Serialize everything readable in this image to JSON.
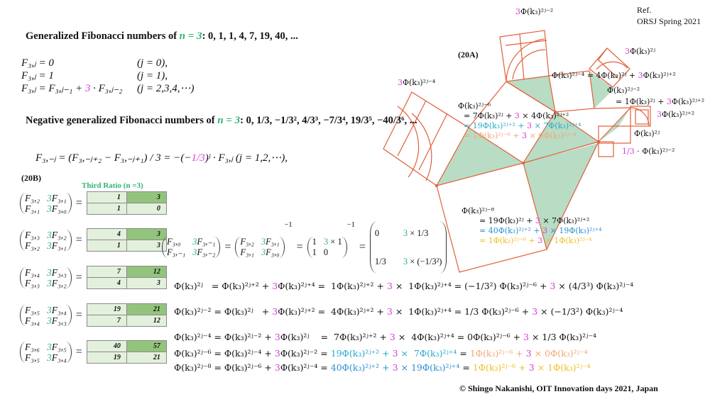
{
  "ref": {
    "line1": "Ref.",
    "line2": "ORSJ Spring  2021"
  },
  "title1": {
    "text": "Generalized Fibonacci numbers of ",
    "n": "n = 3",
    "seq": ":   0, 1, 1, 4, 7, 19, 40, ..."
  },
  "defs": [
    {
      "lhs": "F₃,ⱼ = 0",
      "cond": "(j = 0),"
    },
    {
      "lhs": "F₃,ⱼ = 1",
      "cond": "(j = 1),"
    },
    {
      "lhs_a": "F₃,ⱼ = F₃,ⱼ₋₁ + ",
      "three": "3",
      "lhs_b": " · F₃,ⱼ₋₂",
      "cond": "(j = 2,3,4,⋯)"
    }
  ],
  "title2": {
    "text": "Negative generalized Fibonacci numbers of ",
    "n": "n = 3",
    "seq": ":   0, 1/3, −1/3², 4/3³, −7/3⁴, 19/3⁵, −40/3⁶, ..."
  },
  "neg_formula": {
    "a": "F₃,₋ⱼ = (F₃,₋ⱼ₊₂ − F₃,₋ⱼ₊₁) / 3 = −(−",
    "frac": "1/3",
    "b": ")ʲ · F₃,ⱼ   (j = 1,2,⋯),"
  },
  "label_20B": "(20B)",
  "label_20A": "(20A)",
  "third_ratio": "Third Ratio (n =3)",
  "matrices": [
    {
      "a": "F₃,₂",
      "b": "F₃,₁",
      "c": "F₃,₁",
      "d": "F₃,₀",
      "t": [
        [
          "1",
          "3"
        ],
        [
          "1",
          "0"
        ]
      ]
    },
    {
      "a": "F₃,₃",
      "b": "F₃,₂",
      "c": "F₃,₂",
      "d": "F₃,₁",
      "t": [
        [
          "4",
          "3"
        ],
        [
          "1",
          "3"
        ]
      ]
    },
    {
      "a": "F₃,₄",
      "b": "F₃,₃",
      "c": "F₃,₃",
      "d": "F₃,₂",
      "t": [
        [
          "7",
          "12"
        ],
        [
          "4",
          "3"
        ]
      ]
    },
    {
      "a": "F₃,₅",
      "b": "F₃,₄",
      "c": "F₃,₄",
      "d": "F₃,₃",
      "t": [
        [
          "19",
          "21"
        ],
        [
          "7",
          "12"
        ]
      ]
    },
    {
      "a": "F₃,₆",
      "b": "F₃,₅",
      "c": "F₃,₅",
      "d": "F₃,₄",
      "t": [
        [
          "40",
          "57"
        ],
        [
          "19",
          "21"
        ]
      ]
    }
  ],
  "inverse": {
    "m1": [
      "F₃,₀",
      "3",
      "F₃,₋₁",
      "F₃,₋₁",
      "3",
      "F₃,₋₂"
    ],
    "m2": [
      "F₃,₂",
      "3",
      "F₃,₁",
      "F₃,₁",
      "3",
      "F₃,₀"
    ],
    "m3": [
      "1",
      "3",
      "× 1",
      "1",
      "",
      "0"
    ],
    "m4": [
      "0",
      "3",
      "× 1/3",
      "1/3",
      "3",
      "× (−1/3²)"
    ],
    "exp": "−1",
    "eq": "="
  },
  "phi_rows": [
    [
      [
        "Φ(k₃)²ʲ",
        "k"
      ],
      [
        "   = Φ(k₃)²ʲ⁺² + ",
        "k"
      ],
      [
        "3",
        "m"
      ],
      [
        "Φ(k₃)²ʲ⁺⁴ =  1Φ(k₃)²ʲ⁺² + ",
        "k"
      ],
      [
        "3",
        "m"
      ],
      [
        " ×  1Φ(k₃)²ʲ⁺⁴ = (−1/3²) Φ(k₃)²ʲ⁻⁶ + ",
        "k"
      ],
      [
        "3",
        "m"
      ],
      [
        " × (4/3³) Φ(k₃)²ʲ⁻⁴",
        "k"
      ]
    ],
    [
      [
        "Φ(k₃)²ʲ⁻² = Φ(k₃)²ʲ   + ",
        "k"
      ],
      [
        "3",
        "m"
      ],
      [
        "Φ(k₃)²ʲ⁺² =  4Φ(k₃)²ʲ⁺² + ",
        "k"
      ],
      [
        "3",
        "m"
      ],
      [
        " ×  1Φ(k₃)²ʲ⁺⁴ = 1/3 Φ(k₃)²ʲ⁻⁶ + ",
        "k"
      ],
      [
        "3",
        "m"
      ],
      [
        " × (−1/3²) Φ(k₃)²ʲ⁻⁴",
        "k"
      ]
    ],
    [
      [
        "Φ(k₃)²ʲ⁻⁴ = Φ(k₃)²ʲ⁻² + ",
        "k"
      ],
      [
        "3",
        "m"
      ],
      [
        "Φ(k₃)²ʲ    =  7Φ(k₃)²ʲ⁺² + ",
        "k"
      ],
      [
        "3",
        "m"
      ],
      [
        " ×  4Φ(k₃)²ʲ⁺⁴ = 0Φ(k₃)²ʲ⁻⁶ + ",
        "k"
      ],
      [
        "3",
        "m"
      ],
      [
        " × 1/3 Φ(k₃)²ʲ⁻⁴",
        "k"
      ]
    ],
    [
      [
        "Φ(k₃)²ʲ⁻⁶ = Φ(k₃)²ʲ⁻⁴ + ",
        "k"
      ],
      [
        "3",
        "m"
      ],
      [
        "Φ(k₃)²ʲ⁻² = ",
        "k"
      ],
      [
        "19Φ(k₃)²ʲ⁺² + ",
        "c"
      ],
      [
        "3",
        "m"
      ],
      [
        " ×  7Φ(k₃)²ʲ⁺⁴",
        "c"
      ],
      [
        " = ",
        "k"
      ],
      [
        "1Φ(k₃)²ʲ⁻⁶ + ",
        "o"
      ],
      [
        "3",
        "m"
      ],
      [
        " × 0Φ(k₃)²ʲ⁻⁴",
        "o"
      ]
    ],
    [
      [
        "Φ(k₃)²ʲ⁻⁸ = Φ(k₃)²ʲ⁻⁶ + ",
        "k"
      ],
      [
        "3",
        "m"
      ],
      [
        "Φ(k₃)²ʲ⁻⁴ = ",
        "k"
      ],
      [
        "40Φ(k₃)²ʲ⁺² + ",
        "b"
      ],
      [
        "3",
        "m"
      ],
      [
        " × 19Φ(k₃)²ʲ⁺⁴",
        "b"
      ],
      [
        " = ",
        "k"
      ],
      [
        "1Φ(k₃)²ʲ⁻⁶ + ",
        "y"
      ],
      [
        "3",
        "m"
      ],
      [
        " × 1Φ(k₃)²ʲ⁻⁴",
        "y"
      ]
    ]
  ],
  "diagram_labels": {
    "top": {
      "three": "3",
      "rest": "Φ(k₃)²ʲ⁻²"
    },
    "left": {
      "three": "3",
      "rest": "Φ(k₃)²ʲ⁻⁴"
    },
    "tr": {
      "three": "3",
      "rest": "Φ(k₃)²ʲ"
    },
    "r2": {
      "three": "3",
      "rest": "Φ(k₃)²ʲ⁺²"
    },
    "phi2j": "Φ(k₃)²ʲ",
    "third": {
      "frac": "1/3",
      "rest": " · Φ(k₃)²ʲ⁻²"
    },
    "eq4a": "Φ(k₃)²ʲ⁻⁴ = 4Φ(k₃)²ʲ + ",
    "eq4b": "Φ(k₃)²ʲ⁺²",
    "eq4three": "3",
    "eq2a": "Φ(k₃)²ʲ⁻²",
    "eq2b": "= 1Φ(k₃)²ʲ + ",
    "eq2c": "Φ(k₃)²ʲ⁺²",
    "eq2three": "3",
    "b6": {
      "h": "Φ(k₃)²ʲ⁻⁶",
      "l1a": "= 7Φ(k₃)²ʲ + ",
      "l1b": "×  4Φ(k₃)²ʲ⁺²",
      "l2a": "= 19Φ(k₃)²ʲ⁺² + ",
      "l2b": "×  7Φ(k₃)²ʲ⁺⁴",
      "l3a": "= 1Φ(k₃)²ʲ⁻⁶ + ",
      "l3b": "× 0Φ(k₃)²ʲ⁻⁴",
      "three": "3"
    },
    "b8": {
      "h": "Φ(k₃)²ʲ⁻⁸",
      "l1a": "= 19Φ(k₃)²ʲ + ",
      "l1b": "× 7Φ(k₃)²ʲ⁺²",
      "l2a": "= 40Φ(k₃)²ʲ⁺² + ",
      "l2b": "× 19Φ(k₃)²ʲ⁺⁴",
      "l3a": "= 1Φ(k₃)²ʲ⁻⁶ + ",
      "l3b": "× 1Φ(k₃)²ʲ⁻⁴",
      "three": "3"
    }
  },
  "copyright": "© Shingo Nakanishi, OIT Innovation  days 2021, Japan",
  "colors": {
    "line": "#e0603a",
    "fill": "#b8dcc4",
    "magenta": "#d63fd6",
    "green": "#2fb574"
  }
}
